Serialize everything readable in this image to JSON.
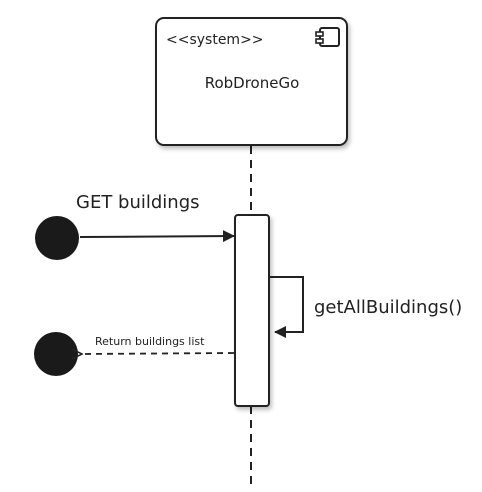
{
  "component": {
    "stereotype": "<<system>>",
    "name": "RobDroneGo",
    "icon": "component-icon"
  },
  "messages": {
    "request": "GET buildings",
    "self_call": "getAllBuildings()",
    "response": "Return buildings list"
  },
  "colors": {
    "stroke": "#222222",
    "actor_fill": "#1a1a1a",
    "box_fill": "#ffffff"
  }
}
